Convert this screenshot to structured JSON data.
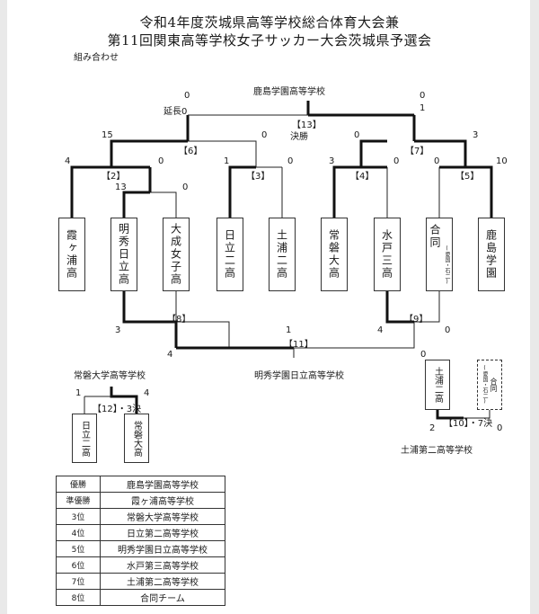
{
  "title": {
    "line1": "令和4年度茨城県高等学校総合体育大会兼",
    "line2": "第11回関東高等学校女子サッカー大会茨城県予選会"
  },
  "subtitle": "組み合わせ",
  "teams": [
    {
      "name": "霞ヶ浦高"
    },
    {
      "name": "明秀日立高"
    },
    {
      "name": "大成女子高"
    },
    {
      "name": "日立二高"
    },
    {
      "name": "土浦二高"
    },
    {
      "name": "常磐大高"
    },
    {
      "name": "水戸三高"
    },
    {
      "name": "合同",
      "sub": "(愛国・石二)"
    },
    {
      "name": "鹿島学園"
    }
  ],
  "matches": {
    "m2": {
      "label": "【2】",
      "left": "4",
      "right": "0"
    },
    "m2_sub": {
      "left": "13",
      "right": "0"
    },
    "m3": {
      "label": "【3】",
      "left": "1",
      "right": "0"
    },
    "m4": {
      "label": "【4】",
      "left": "3",
      "right": "0"
    },
    "m5": {
      "label": "【5】",
      "left": "0",
      "right": "10"
    },
    "m6": {
      "label": "【6】",
      "left": "15",
      "right": "0"
    },
    "m7": {
      "label": "【7】",
      "left": "0",
      "right": "3"
    },
    "m13": {
      "label": "【13】",
      "round": "決勝",
      "left": "0",
      "left_et": "延長0",
      "right": "0",
      "right_et": "1",
      "winner": "鹿島学園高等学校"
    },
    "m8": {
      "label": "【8】",
      "left": "3",
      "right": "1"
    },
    "m9": {
      "label": "【9】",
      "left": "4",
      "right": "0"
    },
    "m11": {
      "label": "【11】",
      "left": "4",
      "right": "0",
      "winner": "明秀学園日立高等学校"
    },
    "m12": {
      "label": "【12】・3決",
      "left": "1",
      "right": "4",
      "winner": "常磐大学高等学校",
      "team_left": "日立二高",
      "team_right": "常磐大高"
    },
    "m10": {
      "label": "【10】・7決",
      "left": "2",
      "right": "0",
      "winner": "土浦第二高等学校",
      "team_left": "土浦二高",
      "team_right": "合同",
      "team_right_sub": "(愛国・石二)"
    }
  },
  "results": [
    {
      "rank": "優勝",
      "school": "鹿島学園高等学校"
    },
    {
      "rank": "準優勝",
      "school": "霞ヶ浦高等学校"
    },
    {
      "rank": "3位",
      "school": "常磐大学高等学校"
    },
    {
      "rank": "4位",
      "school": "日立第二高等学校"
    },
    {
      "rank": "5位",
      "school": "明秀学園日立高等学校"
    },
    {
      "rank": "6位",
      "school": "水戸第三高等学校"
    },
    {
      "rank": "7位",
      "school": "土浦第二高等学校"
    },
    {
      "rank": "8位",
      "school": "合同チーム"
    }
  ]
}
